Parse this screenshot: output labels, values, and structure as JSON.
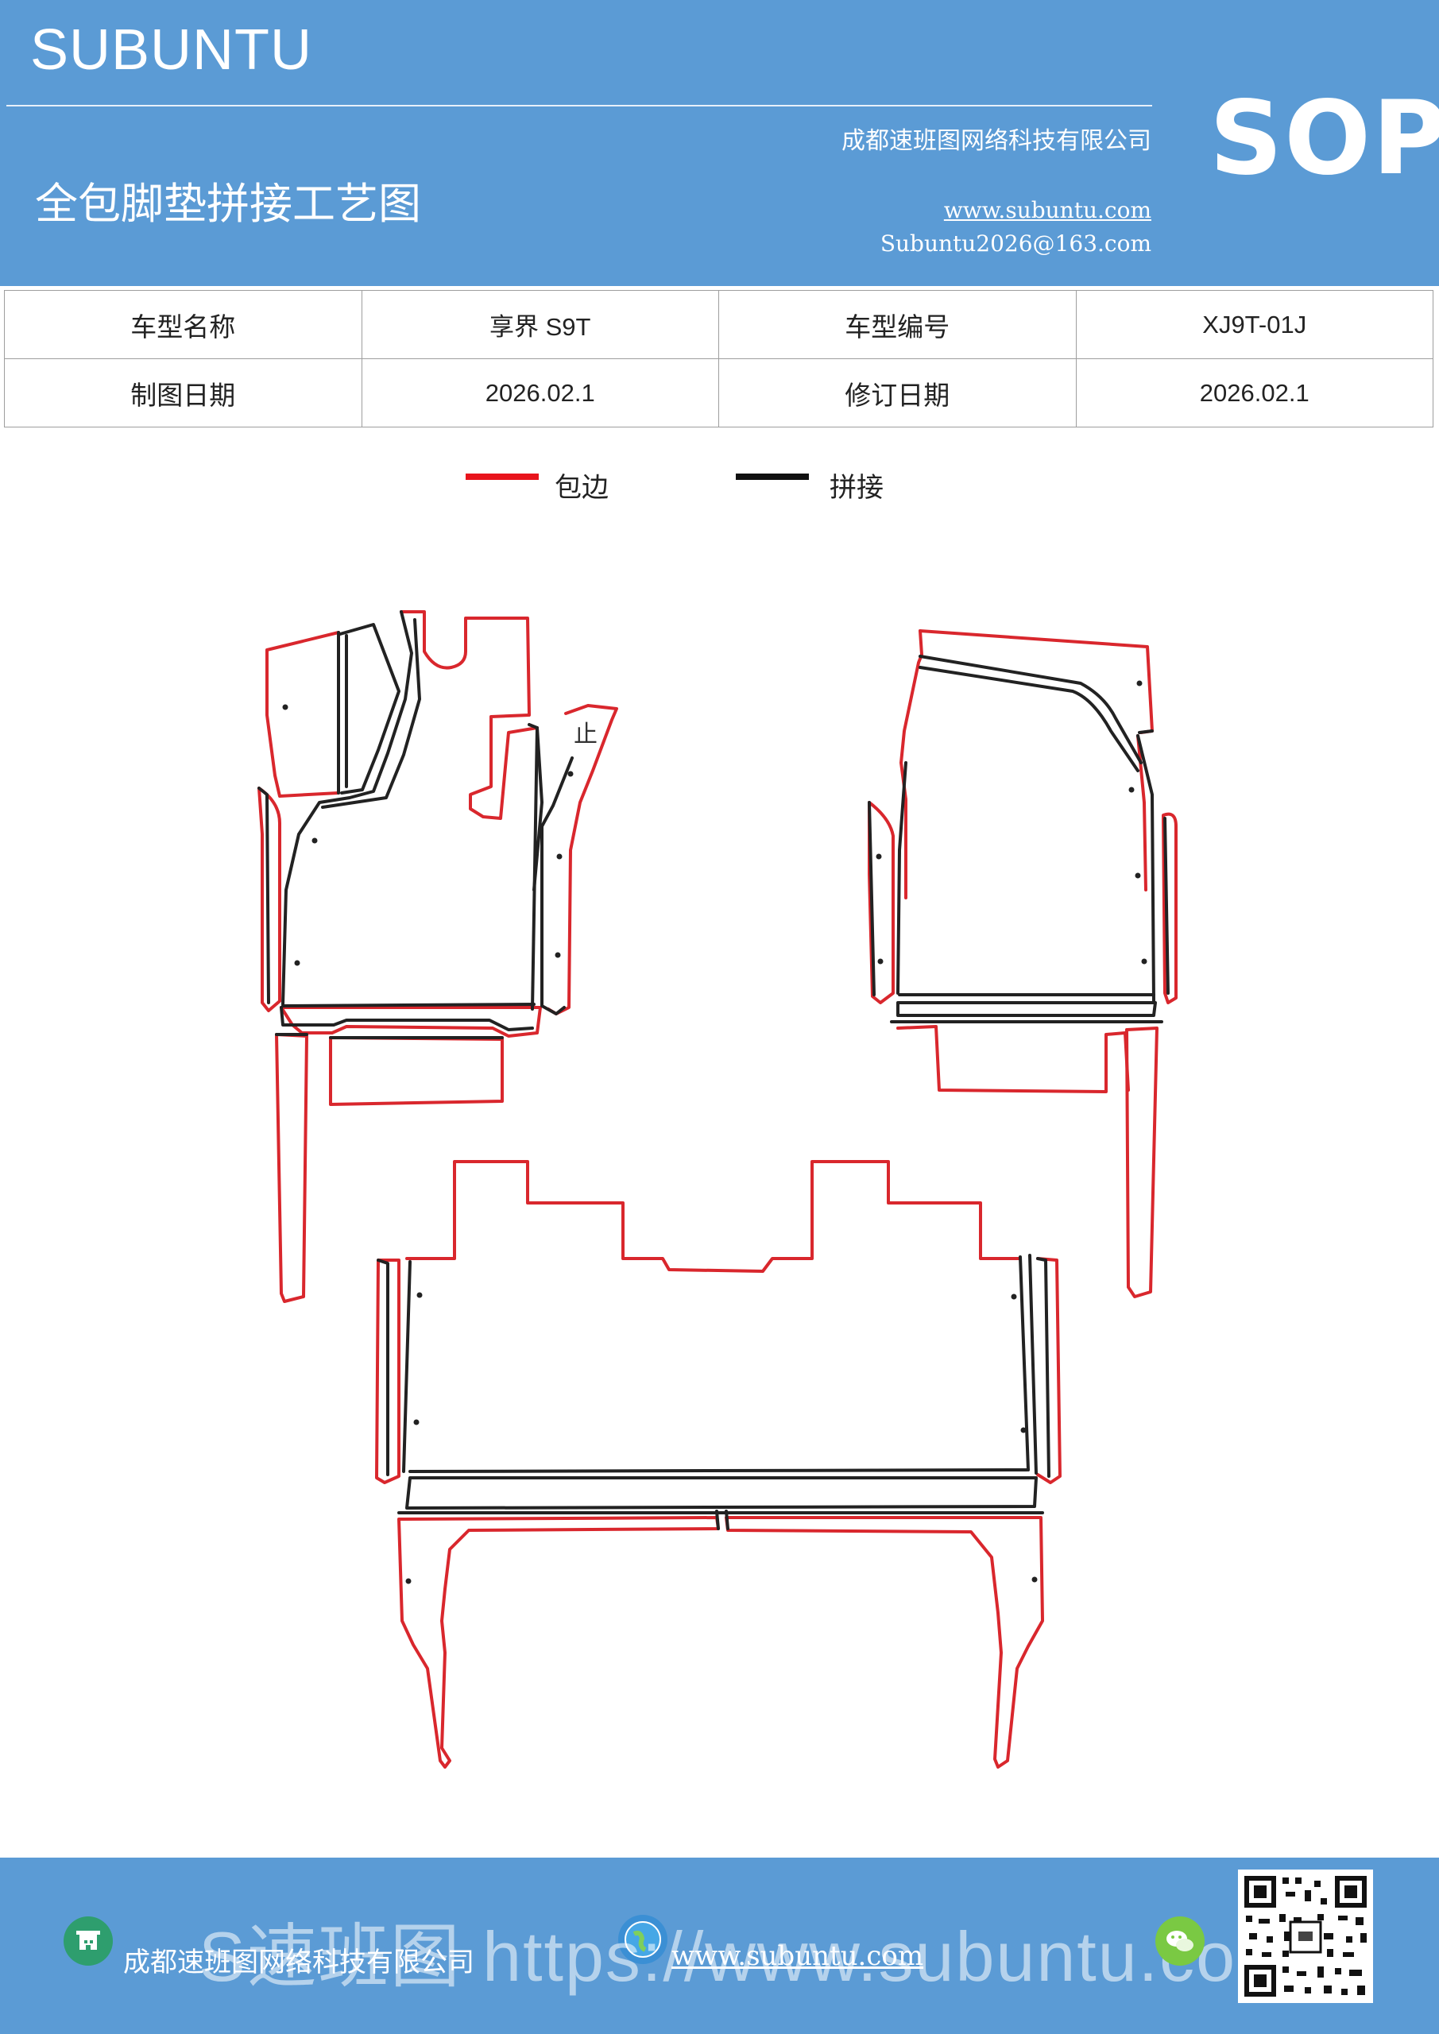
{
  "header": {
    "brand": "SUBUNTU",
    "company": "成都速班图网络科技有限公司",
    "title": "全包脚垫拼接工艺图",
    "website": "www.subuntu.com",
    "email": "Subuntu2026@163.com",
    "badge": "SOP",
    "background_color": "#5b9bd5"
  },
  "info_table": {
    "rows": [
      [
        "车型名称",
        "享界 S9T",
        "车型编号",
        "XJ9T-01J"
      ],
      [
        "制图日期",
        "2026.02.1",
        "修订日期",
        "2026.02.1"
      ]
    ]
  },
  "legend": {
    "items": [
      {
        "label": "包边",
        "color": "#e8141c"
      },
      {
        "label": "拼接",
        "color": "#111111"
      }
    ]
  },
  "diagram": {
    "marker_text": "止",
    "edge_color": "#d9272d",
    "seam_color": "#222222"
  },
  "footer": {
    "company": "成都速班图网络科技有限公司",
    "url": "www.subuntu.com",
    "watermark": "S速班图 https://www.subuntu.com",
    "icons": [
      "building-icon",
      "globe-icon",
      "wechat-icon",
      "qr-code"
    ]
  }
}
